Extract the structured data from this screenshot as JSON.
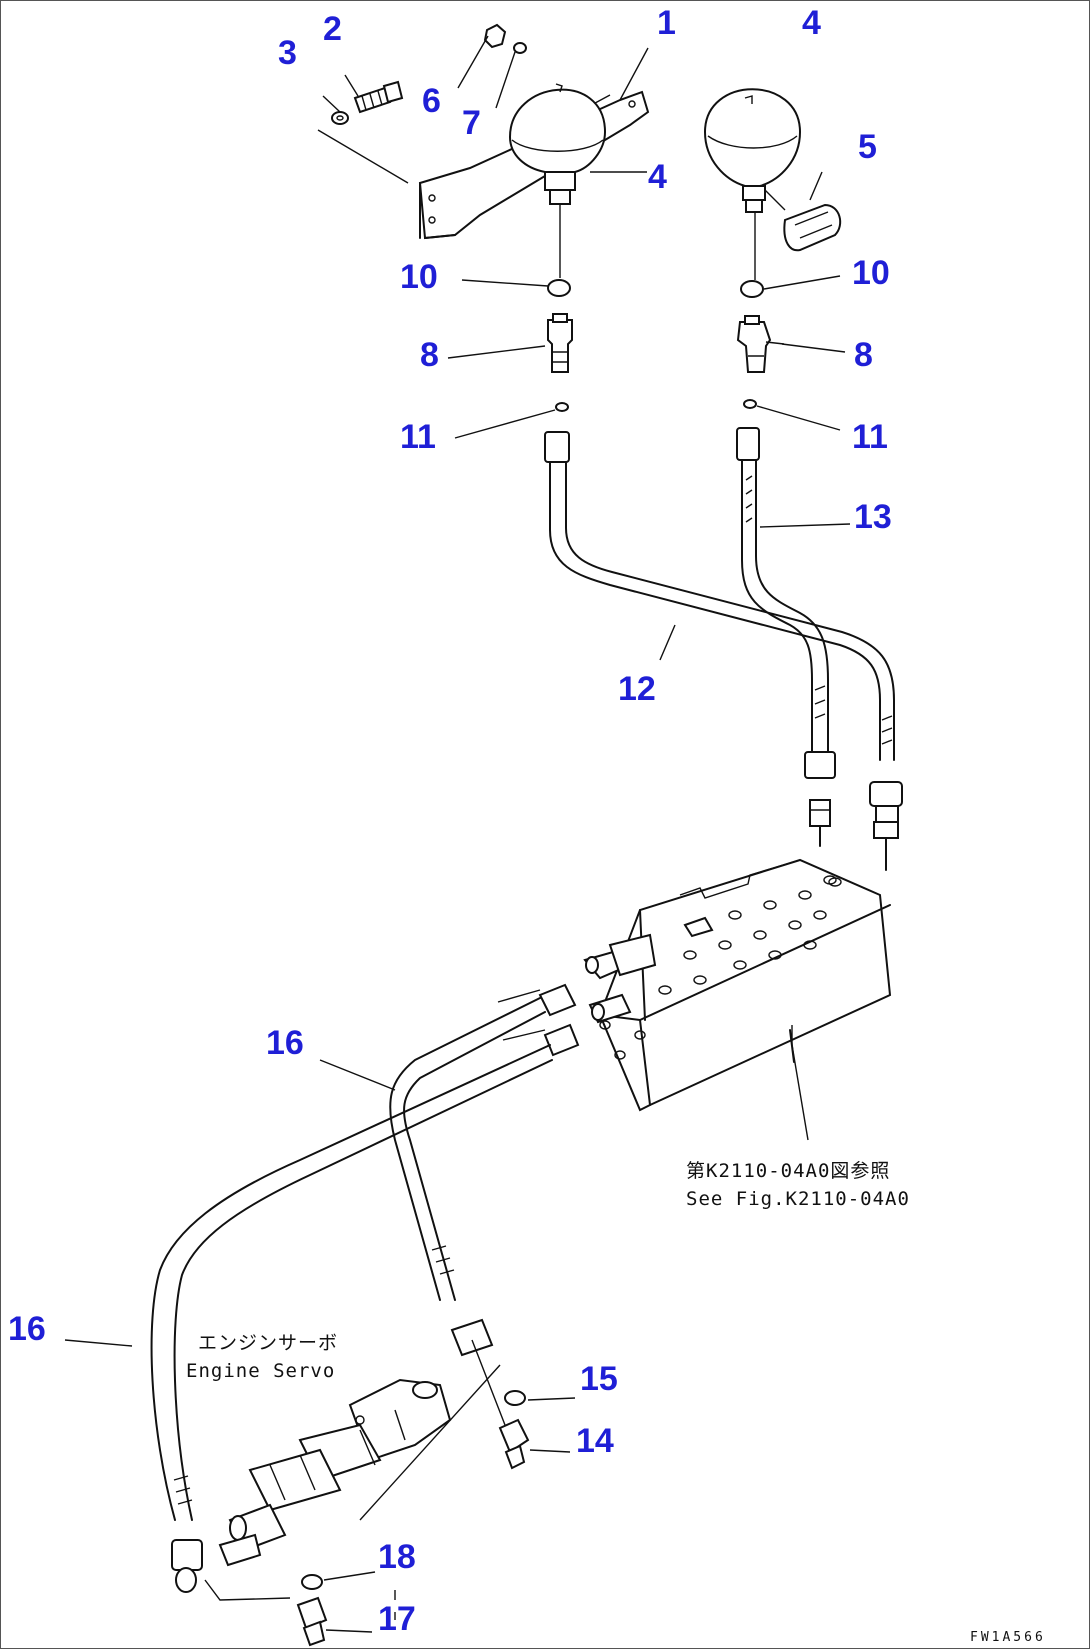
{
  "callouts": {
    "c1": "1",
    "c2": "2",
    "c3": "3",
    "c4a": "4",
    "c4b": "4",
    "c5": "5",
    "c6": "6",
    "c7": "7",
    "c8a": "8",
    "c8b": "8",
    "c10a": "10",
    "c10b": "10",
    "c11a": "11",
    "c11b": "11",
    "c12": "12",
    "c13": "13",
    "c14": "14",
    "c15": "15",
    "c16a": "16",
    "c16b": "16",
    "c17": "17",
    "c18": "18"
  },
  "notes": {
    "ref_jp": "第K2110-04A0図参照",
    "ref_en": "See Fig.K2110-04A0",
    "servo_jp": "エンジンサーボ",
    "servo_en": "Engine Servo"
  },
  "drawing_code": "FW1A566",
  "colors": {
    "callout": "#1f1fd6",
    "line": "#111111"
  }
}
